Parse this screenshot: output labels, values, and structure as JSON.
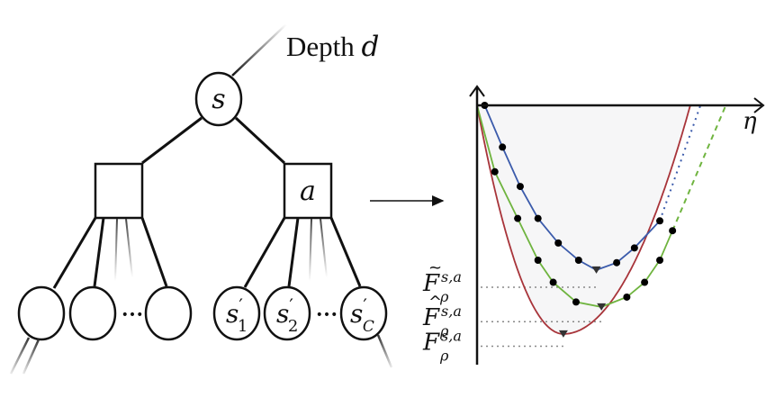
{
  "tree": {
    "depth_label": "Depth ",
    "depth_var": "d",
    "root_label": "s",
    "action_label": "a",
    "children_labels": [
      {
        "base": "s",
        "prime": "′",
        "sub": "1"
      },
      {
        "base": "s",
        "prime": "′",
        "sub": "2"
      },
      {
        "base": "s",
        "prime": "′",
        "sub": "C"
      }
    ],
    "ellipsis": "•••"
  },
  "chart_data": {
    "type": "line",
    "title": "",
    "xlabel": "η",
    "ylabel": "",
    "axis_direction": "y increases upward; curves lie below the η axis",
    "grid": false,
    "y_markers": [
      {
        "label_base": "F",
        "accent": "~",
        "sub": "ρ",
        "sup": "s,a",
        "name": "F-tilde",
        "y": -0.74
      },
      {
        "label_base": "F",
        "accent": "^",
        "sub": "ρ",
        "sup": "s,a",
        "name": "F-hat",
        "y": -0.88
      },
      {
        "label_base": "F",
        "accent": "",
        "sub": "ρ",
        "sup": "s,a",
        "name": "F",
        "y": -0.98
      }
    ],
    "series": [
      {
        "name": "blue-estimate",
        "color": "#3b5bab",
        "points": [
          [
            0.03,
            0
          ],
          [
            0.1,
            -0.17
          ],
          [
            0.17,
            -0.33
          ],
          [
            0.24,
            -0.46
          ],
          [
            0.32,
            -0.56
          ],
          [
            0.4,
            -0.63
          ],
          [
            0.47,
            -0.67
          ],
          [
            0.55,
            -0.64
          ],
          [
            0.62,
            -0.58
          ],
          [
            0.72,
            -0.47
          ]
        ],
        "min_index": 6,
        "extension_style": "dotted",
        "extension_end": [
          0.88,
          0
        ]
      },
      {
        "name": "green-estimate",
        "color": "#6fb43f",
        "points": [
          [
            0.07,
            -0.27
          ],
          [
            0.16,
            -0.46
          ],
          [
            0.24,
            -0.63
          ],
          [
            0.3,
            -0.72
          ],
          [
            0.39,
            -0.8
          ],
          [
            0.49,
            -0.82
          ],
          [
            0.59,
            -0.78
          ],
          [
            0.66,
            -0.72
          ],
          [
            0.72,
            -0.63
          ],
          [
            0.77,
            -0.51
          ]
        ],
        "min_index": 5,
        "extension_style": "dashed",
        "extension_end": [
          0.98,
          0
        ]
      },
      {
        "name": "red-true",
        "color": "#a8343a",
        "curve": "parabola",
        "start": [
          0,
          0
        ],
        "min": [
          0.34,
          -0.93
        ],
        "end": [
          0.84,
          0
        ]
      }
    ]
  }
}
